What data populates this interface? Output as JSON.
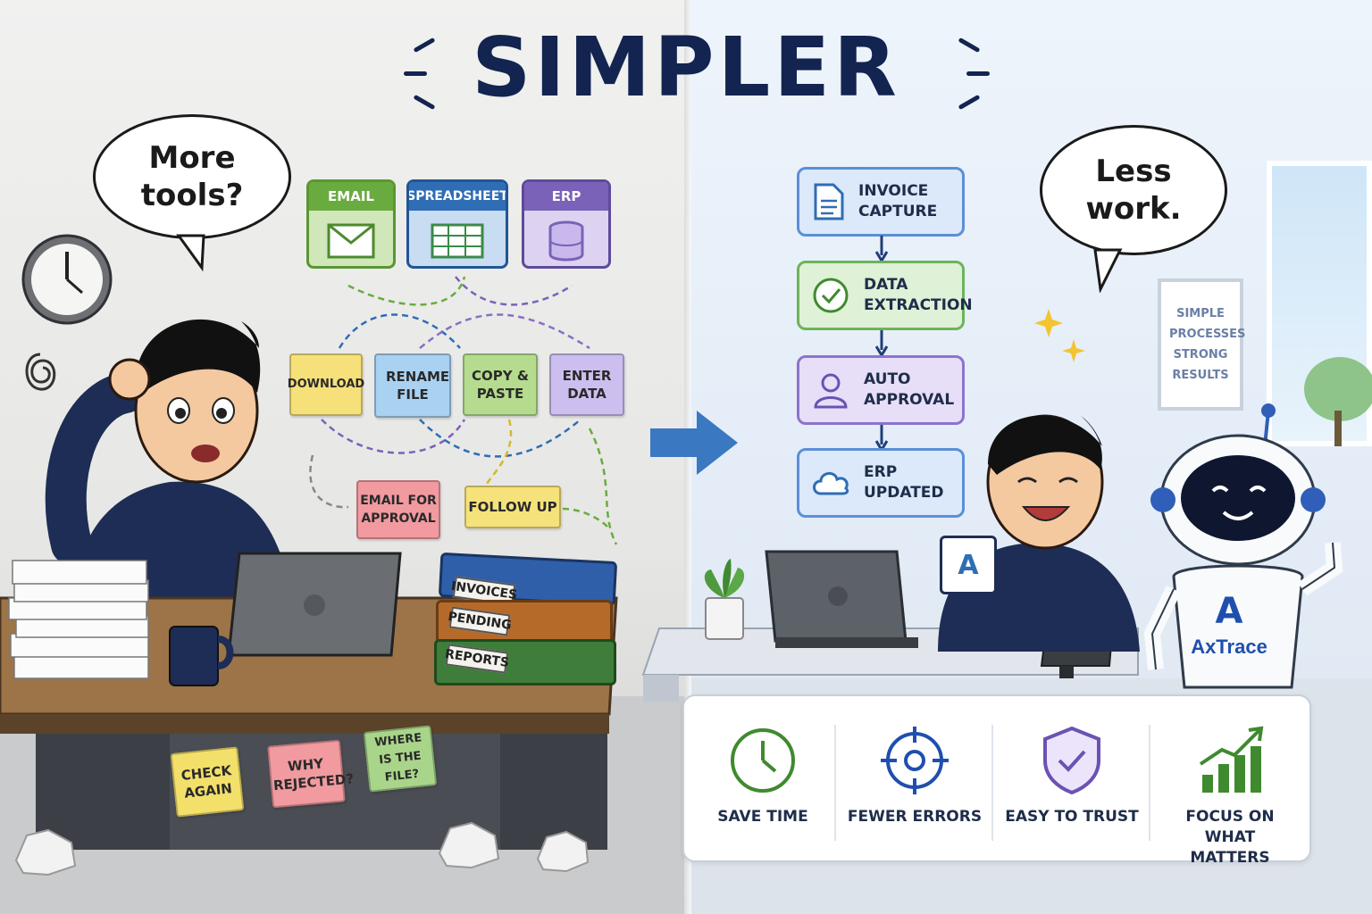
{
  "title": "SIMPLER",
  "left": {
    "speech": "More tools?",
    "apps": [
      {
        "label": "EMAIL",
        "color": "#6aab3f"
      },
      {
        "label": "SPREADSHEET",
        "color": "#2f6db5"
      },
      {
        "label": "ERP",
        "color": "#7a62b8"
      }
    ],
    "tasks": [
      "DOWNLOAD",
      "RENAME FILE",
      "COPY & PASTE",
      "ENTER DATA"
    ],
    "followups": [
      "EMAIL FOR APPROVAL",
      "FOLLOW UP"
    ],
    "binders": [
      "INVOICES",
      "PENDING",
      "REPORTS"
    ],
    "desk_notes": [
      "CHECK AGAIN",
      "WHY REJECTED?",
      "WHERE IS THE FILE?"
    ]
  },
  "right": {
    "speech": "Less work.",
    "flow": [
      {
        "label": "INVOICE CAPTURE",
        "icon": "document-icon"
      },
      {
        "label": "DATA EXTRACTION",
        "icon": "check-circle-icon"
      },
      {
        "label": "AUTO APPROVAL",
        "icon": "user-icon"
      },
      {
        "label": "ERP UPDATED",
        "icon": "cloud-icon"
      }
    ],
    "poster": "SIMPLE PROCESSES STRONG RESULTS",
    "brand": "AxTrace",
    "mug_letter": "A",
    "benefits": [
      {
        "label": "SAVE TIME",
        "icon": "clock-icon"
      },
      {
        "label": "FEWER ERRORS",
        "icon": "target-icon"
      },
      {
        "label": "EASY TO TRUST",
        "icon": "shield-check-icon"
      },
      {
        "label": "FOCUS ON WHAT MATTERS",
        "icon": "growth-chart-icon"
      }
    ]
  },
  "colors": {
    "navy": "#12244f",
    "accent_blue": "#2f6db5"
  }
}
